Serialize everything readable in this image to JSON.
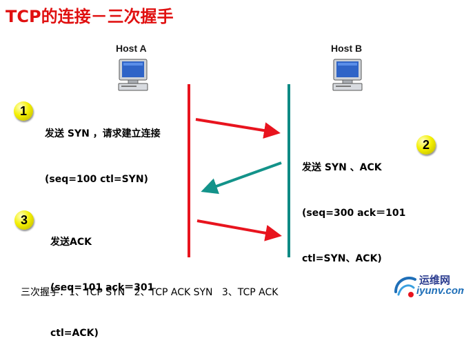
{
  "title": "TCP的连接－三次握手",
  "hosts": {
    "a": {
      "label": "Host A",
      "icon": "computer-icon"
    },
    "b": {
      "label": "Host B",
      "icon": "computer-icon"
    }
  },
  "steps": [
    {
      "number": "1",
      "line1": "发送 SYN ，请求建立连接",
      "line2": "(seq=100 ctl=SYN)",
      "line3": ""
    },
    {
      "number": "2",
      "line1": "发送 SYN 、ACK",
      "line2": "(seq=300 ack＝101",
      "line3": "ctl=SYN、ACK)"
    },
    {
      "number": "3",
      "line1": "发送ACK",
      "line2": "(seq=101 ack＝301",
      "line3": "ctl=ACK)"
    }
  ],
  "summary": "三次握手：1、TCP SYN   2、TCP ACK SYN   3、TCP ACK",
  "watermark": {
    "cn": "运维网",
    "en": "iyunv.com"
  },
  "colors": {
    "title": "#e01010",
    "host_a_line": "#e8141e",
    "host_b_line": "#0e8a84",
    "arrow_a_to_b": "#e8141e",
    "arrow_b_to_a": "#13938a",
    "badge": "#f4f000"
  }
}
